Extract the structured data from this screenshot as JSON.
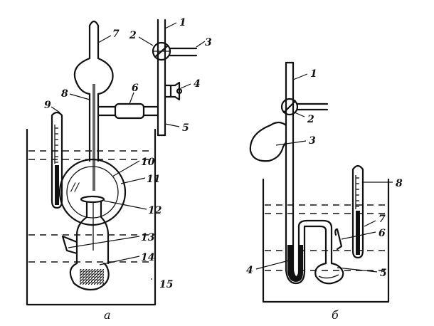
{
  "figure_a": {
    "caption": "a",
    "labels": {
      "l1": "1",
      "l2": "2",
      "l3": "3",
      "l4": "4",
      "l5": "5",
      "l6": "6",
      "l7": "7",
      "l8": "8",
      "l9": "9",
      "l10": "10",
      "l11": "11",
      "l12": "12",
      "l13": "13",
      "l14": "14",
      "l15": "15"
    }
  },
  "figure_b": {
    "caption": "б",
    "labels": {
      "l1": "1",
      "l2": "2",
      "l3": "3",
      "l4": "4",
      "l5": "5",
      "l6": "6",
      "l7": "7",
      "l8": "8"
    }
  },
  "colors": {
    "ink": "#111111",
    "background": "#ffffff"
  }
}
